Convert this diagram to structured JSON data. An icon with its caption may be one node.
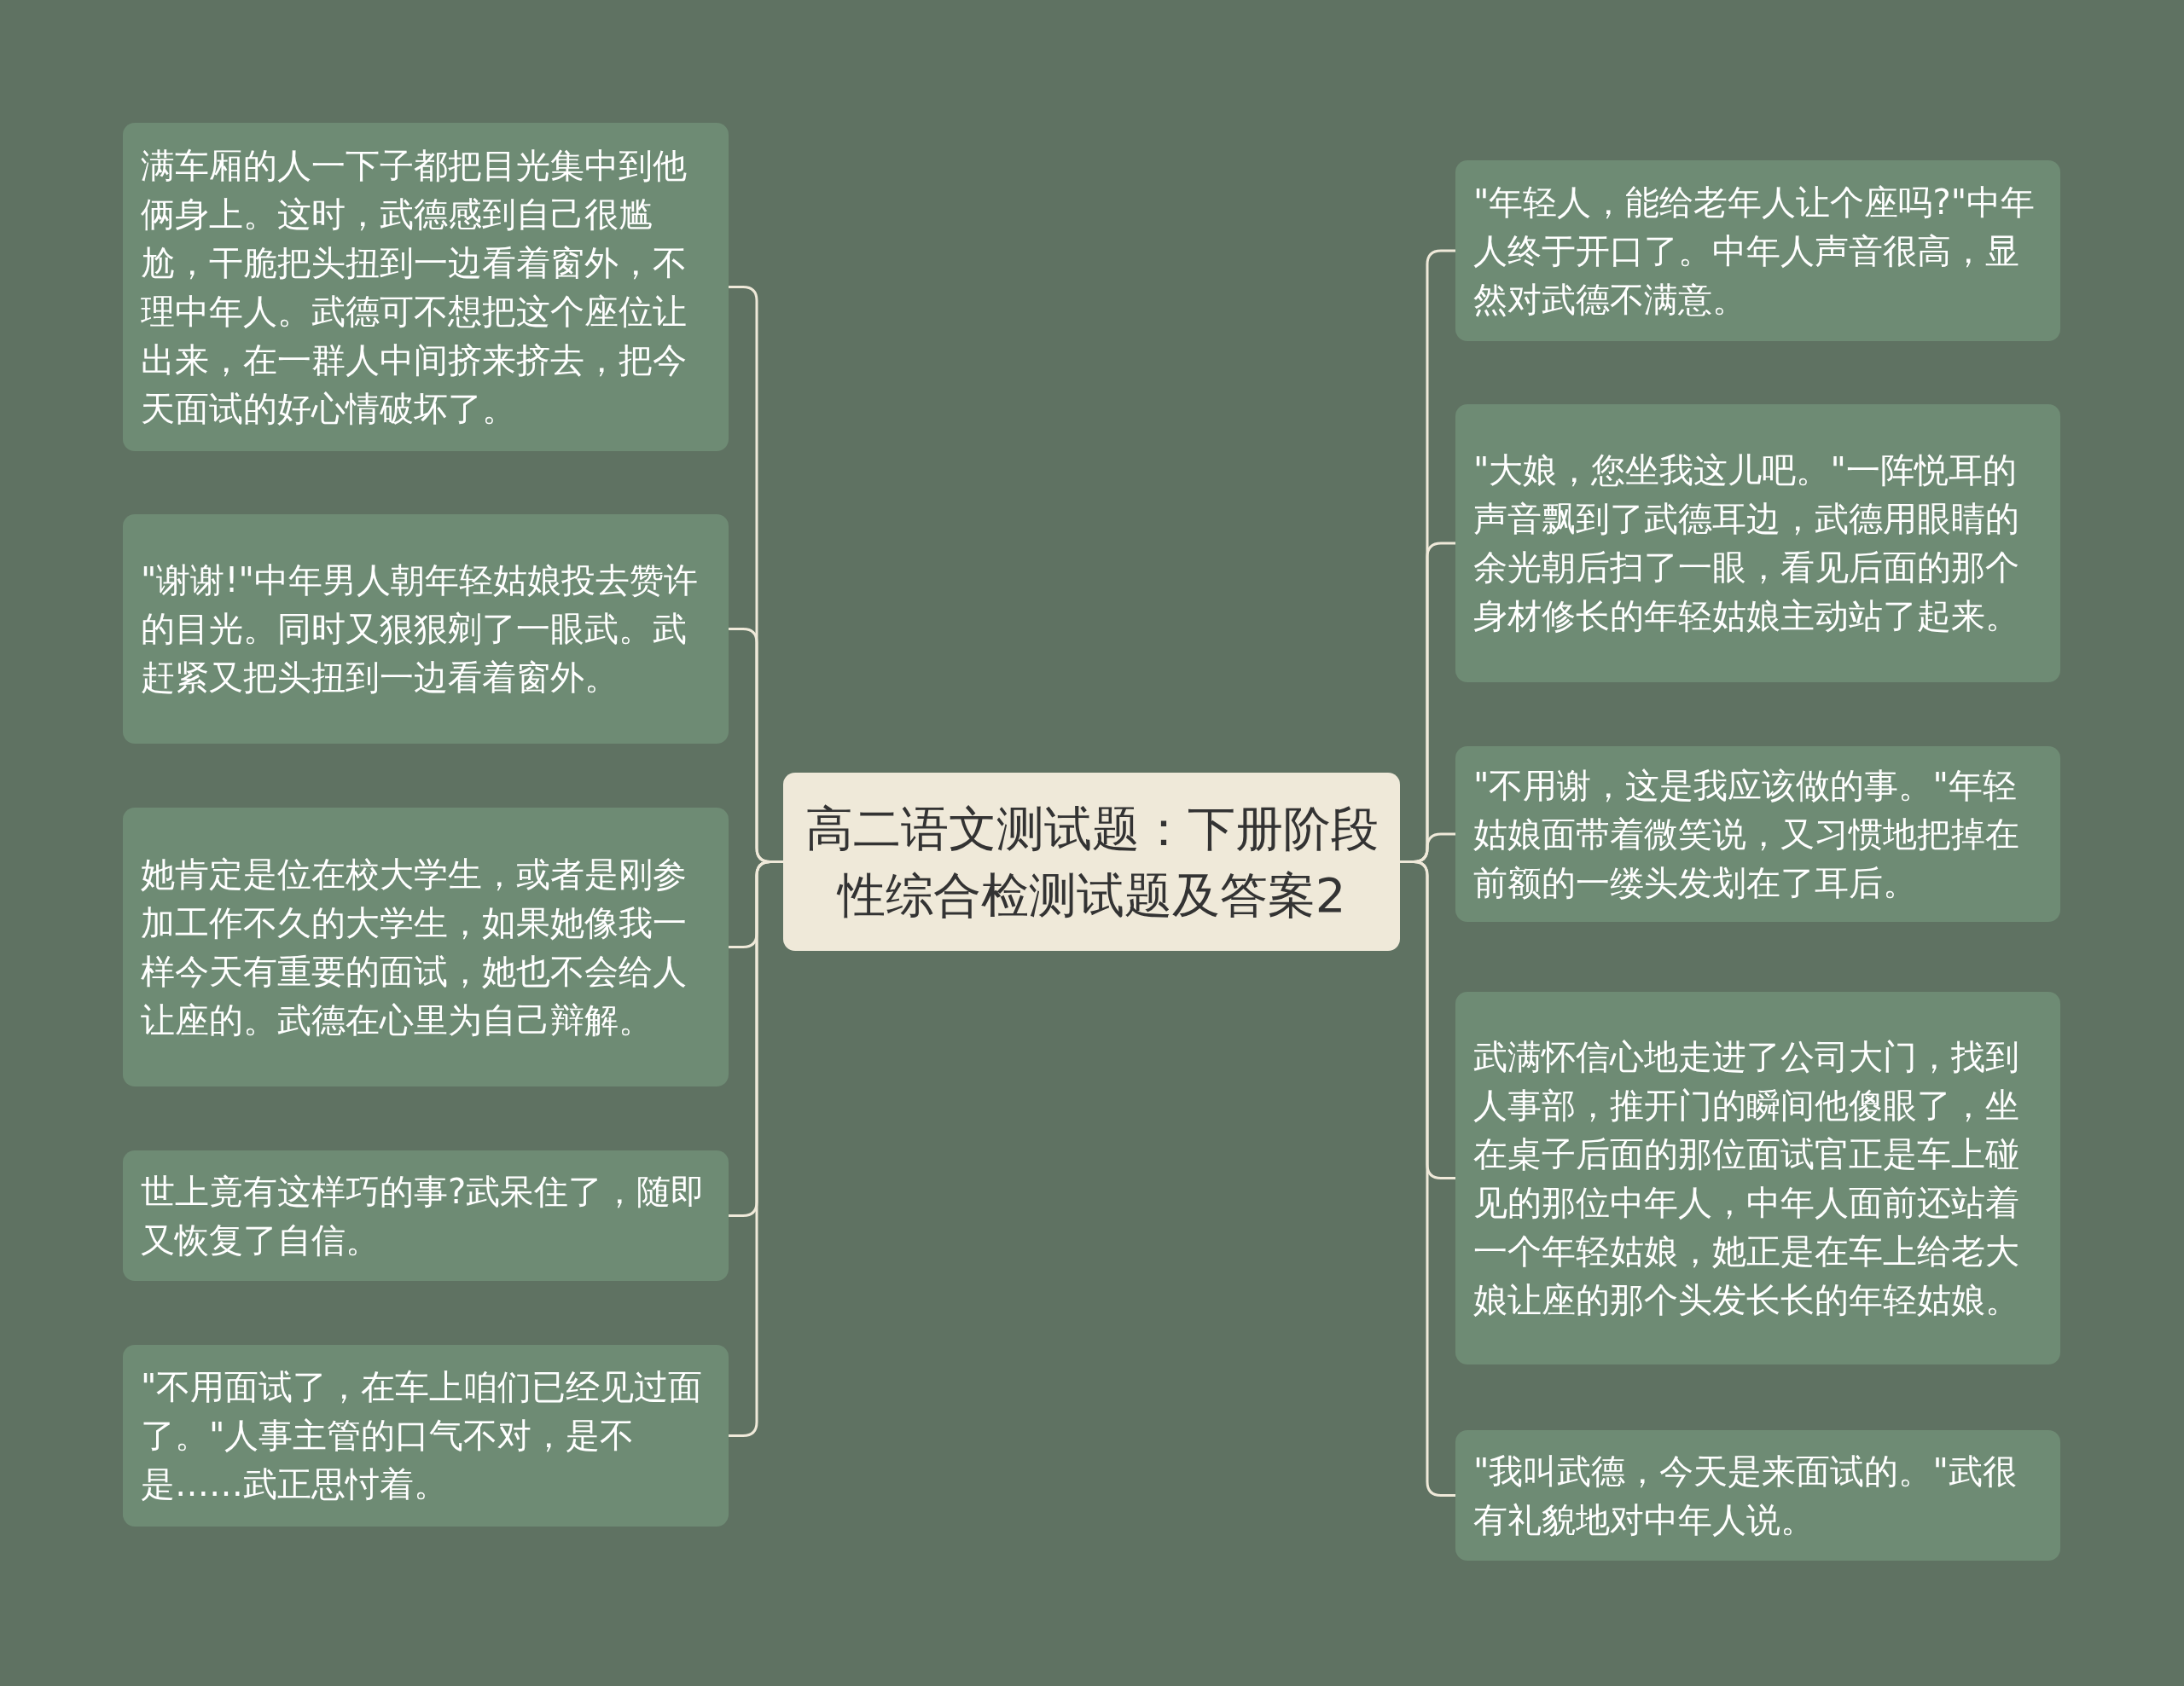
{
  "diagram": {
    "nodes": [
      {
        "text": [
          "高二语文测试题：下册阶段性综合检测试题及答案2"
        ]
      },
      {
        "text": [
          "满车厢的人一下子都把目光集中到他俩身上。这时，武德感到自己很尴尬，干脆把头扭到一边看着窗外，不理中年人。武德可不想把这个座位让出来，在一群人中间挤来挤去，把今天面试的好心情破坏了。"
        ]
      },
      {
        "text": [
          "\"谢谢!\"中年男人朝年轻姑娘投去赞许的目光。同时又狠狠剜了一眼武。武赶紧又把头扭到一边看着窗外。"
        ]
      },
      {
        "text": [
          "她肯定是位在校大学生，或者是刚参加工作不久的大学生，如果她像我一样今天有重要的面试，她也不会给人让座的。武德在心里为自己辩解。"
        ]
      },
      {
        "text": [
          "世上竟有这样巧的事?武呆住了，随即又恢复了自信。"
        ]
      },
      {
        "text": [
          "\"不用面试了，在车上咱们已经见过面了。\"人事主管的口气不对，是不是……武正思忖着。"
        ]
      },
      {
        "text": [
          "\"年轻人，能给老年人让个座吗?\"中年人终于开口了。中年人声音很高，显然对武德不满意。"
        ]
      },
      {
        "text": [
          "\"大娘，您坐我这儿吧。\"一阵悦耳的声音飘到了武德耳边，武德用眼睛的余光朝后扫了一眼，看见后面的那个身材修长的年轻姑娘主动站了起来。"
        ]
      },
      {
        "text": [
          "\"不用谢，这是我应该做的事。\"年轻姑娘面带着微笑说，又习惯地把掉在前额的一缕头发划在了耳后。"
        ]
      },
      {
        "text": [
          "武满怀信心地走进了公司大门，找到人事部，推开门的瞬间他傻眼了，坐在桌子后面的那位面试官正是车上碰见的那位中年人，中年人面前还站着一个年轻姑娘，她正是在车上给老大娘让座的那个头发长长的年轻姑娘。"
        ]
      },
      {
        "text": [
          "\"我叫武德，今天是来面试的。\"武很有礼貌地对中年人说。"
        ]
      }
    ],
    "edges": [
      {
        "from": 0,
        "to": 1,
        "arrow": "none"
      },
      {
        "from": 0,
        "to": 2,
        "arrow": "none"
      },
      {
        "from": 0,
        "to": 3,
        "arrow": "none"
      },
      {
        "from": 0,
        "to": 4,
        "arrow": "none"
      },
      {
        "from": 0,
        "to": 5,
        "arrow": "none"
      },
      {
        "from": 0,
        "to": 6,
        "arrow": "none"
      },
      {
        "from": 0,
        "to": 7,
        "arrow": "none"
      },
      {
        "from": 0,
        "to": 8,
        "arrow": "none"
      },
      {
        "from": 0,
        "to": 9,
        "arrow": "none"
      },
      {
        "from": 0,
        "to": 10,
        "arrow": "none"
      }
    ]
  }
}
